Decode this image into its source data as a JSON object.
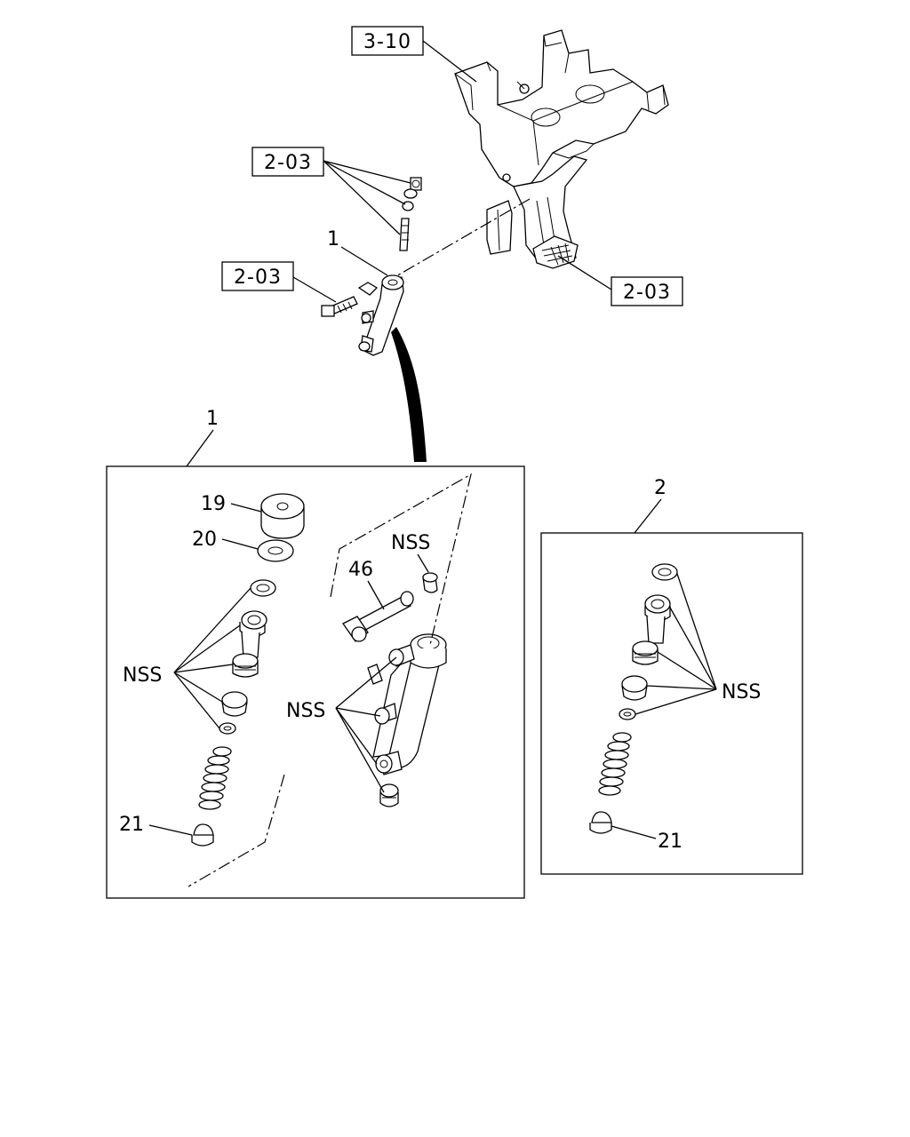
{
  "reference_labels": {
    "bracket_ref": "3-10",
    "pin_ref": "2-03",
    "bolt_ref": "2-03",
    "pedal_ref": "2-03"
  },
  "callouts": {
    "assembly_1_top": "1",
    "box1_title": "1",
    "box2_title": "2",
    "part_19": "19",
    "part_20": "20",
    "part_46": "46",
    "part_21_box1": "21",
    "part_21_box2": "21",
    "nss_box1_left": "NSS",
    "nss_box1_right": "NSS",
    "nss_box1_top": "NSS",
    "nss_box2": "NSS"
  }
}
